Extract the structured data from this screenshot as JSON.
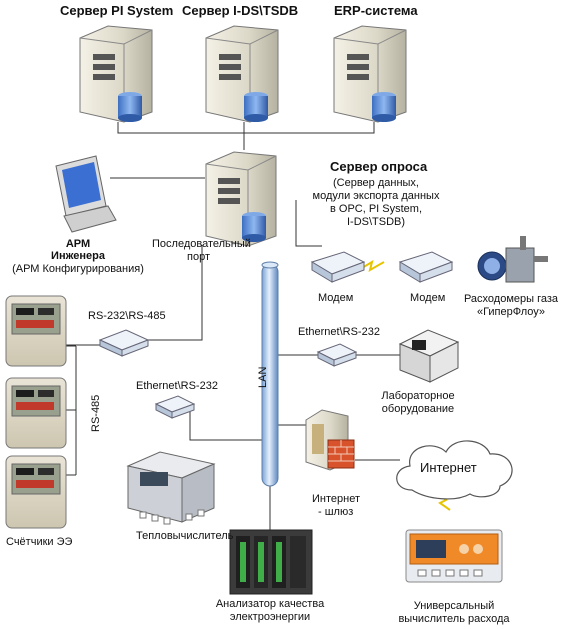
{
  "servers": {
    "pi": "Сервер PI System",
    "ids": "Сервер I-DS\\TSDB",
    "erp": "ERP-система"
  },
  "poll_server": {
    "title": "Сервер опроса",
    "line1": "(Сервер данных,",
    "line2": "модули экспорта данных",
    "line3": "в OPC, PI System,",
    "line4": "I-DS\\TSDB)"
  },
  "arm": {
    "line1": "АРМ",
    "line2": "Инженера",
    "line3": "(АРМ Конфигурирования)"
  },
  "serial_port": {
    "line1": "Последовательный",
    "line2": "порт"
  },
  "modem1": "Модем",
  "modem2": "Модем",
  "gas_meters": {
    "line1": "Расходомеры газа",
    "line2": "«ГиперФлоу»"
  },
  "rs232_485": "RS-232\\RS-485",
  "rs485": "RS-485",
  "eth_rs232_lab": "Ethernet\\RS-232",
  "eth_rs232_heat": "Ethernet\\RS-232",
  "lan": "LAN",
  "lab": {
    "line1": "Лабораторное",
    "line2": "оборудование"
  },
  "gateway": {
    "line1": "Интернет",
    "line2": "- шлюз"
  },
  "internet": "Интернет",
  "meters": "Счётчики ЭЭ",
  "heat_calc": "Тепловычислитель",
  "analyzer": {
    "line1": "Анализатор качества",
    "line2": "электроэнергии"
  },
  "flow_calc": {
    "line1": "Универсальный",
    "line2": "вычислитель расхода"
  }
}
